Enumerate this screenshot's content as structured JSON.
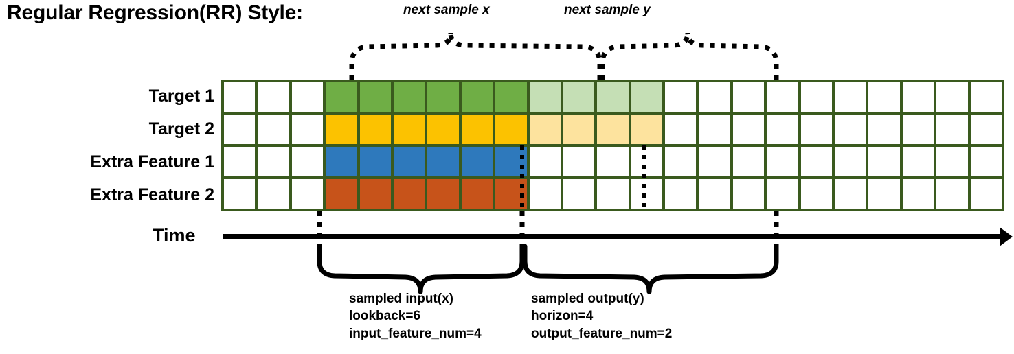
{
  "title": "Regular Regression(RR) Style:",
  "captions": {
    "next_x": "next sample x",
    "next_y": "next sample y"
  },
  "axis": {
    "time_label": "Time"
  },
  "rows": [
    {
      "label": "Target 1",
      "kind": "target",
      "color": "#6FAE45",
      "faded_color": "#C5DFB5"
    },
    {
      "label": "Target 2",
      "kind": "target",
      "color": "#FCC200",
      "faded_color": "#FDE39E"
    },
    {
      "label": "Extra Feature 1",
      "kind": "feature",
      "color": "#2E79BC",
      "faded_color": "#FFFFFF"
    },
    {
      "label": "Extra Feature 2",
      "kind": "feature",
      "color": "#C7531A",
      "faded_color": "#FFFFFF"
    }
  ],
  "grid": {
    "total_columns": 23,
    "lead_blank_columns": 3,
    "input_start_column": 4,
    "input_columns": 6,
    "output_columns": 4,
    "trail_blank_columns": 10,
    "border_color": "#3A5A1E",
    "empty_color": "#FFFFFF"
  },
  "annotations": {
    "input": {
      "line1": "sampled input(x)",
      "line2": "lookback=6",
      "line3": "input_feature_num=4"
    },
    "output": {
      "line1": "sampled output(y)",
      "line2": "horizon=4",
      "line3": "output_feature_num=2"
    }
  },
  "colors": {
    "target1": "#6FAE45",
    "target1_faded": "#C5DFB5",
    "target2": "#FCC200",
    "target2_faded": "#FDE39E",
    "feature1": "#2E79BC",
    "feature2": "#C7531A",
    "grid_border": "#3A5A1E",
    "ink": "#000000"
  }
}
